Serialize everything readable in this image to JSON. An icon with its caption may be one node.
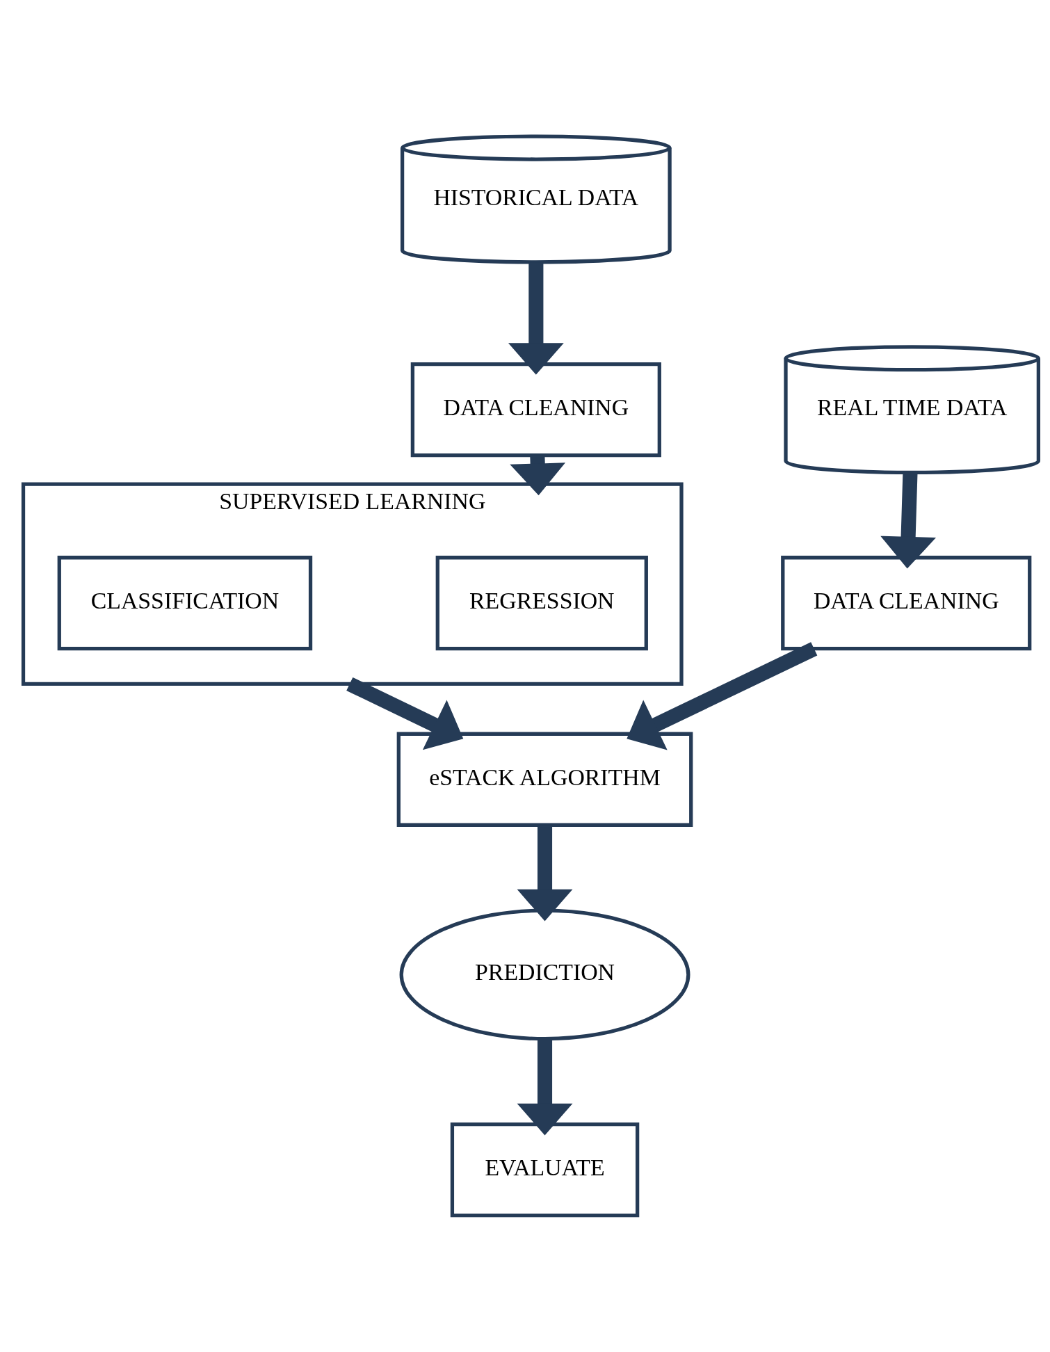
{
  "diagram": {
    "nodes": [
      {
        "text": [
          "HISTORICAL DATA"
        ]
      },
      {
        "text": [
          "DATA CLEANING"
        ]
      },
      {
        "text": [
          "SUPERVISED LEARNING"
        ]
      },
      {
        "text": [
          "REGRESSION"
        ],
        "in": 2
      },
      {
        "text": [
          "CLASSIFICATION"
        ],
        "in": 2
      },
      {
        "text": [
          "REAL TIME DATA"
        ]
      },
      {
        "text": [
          "DATA CLEANING"
        ]
      },
      {
        "text": [
          "eSTACK ALGORITHM"
        ]
      },
      {
        "text": [
          "PREDICTION"
        ]
      },
      {
        "text": [
          "EVALUATE"
        ]
      }
    ],
    "edges": [
      {
        "from": 0,
        "to": 1,
        "arrow": "to"
      },
      {
        "from": 1,
        "to": 2,
        "arrow": "to"
      },
      {
        "from": 5,
        "to": 6,
        "arrow": "to"
      },
      {
        "from": 6,
        "to": 7,
        "arrow": "to"
      },
      {
        "from": 2,
        "to": 7,
        "arrow": "to"
      },
      {
        "from": 7,
        "to": 8,
        "arrow": "to"
      },
      {
        "from": 8,
        "to": 9,
        "arrow": "to"
      }
    ]
  }
}
